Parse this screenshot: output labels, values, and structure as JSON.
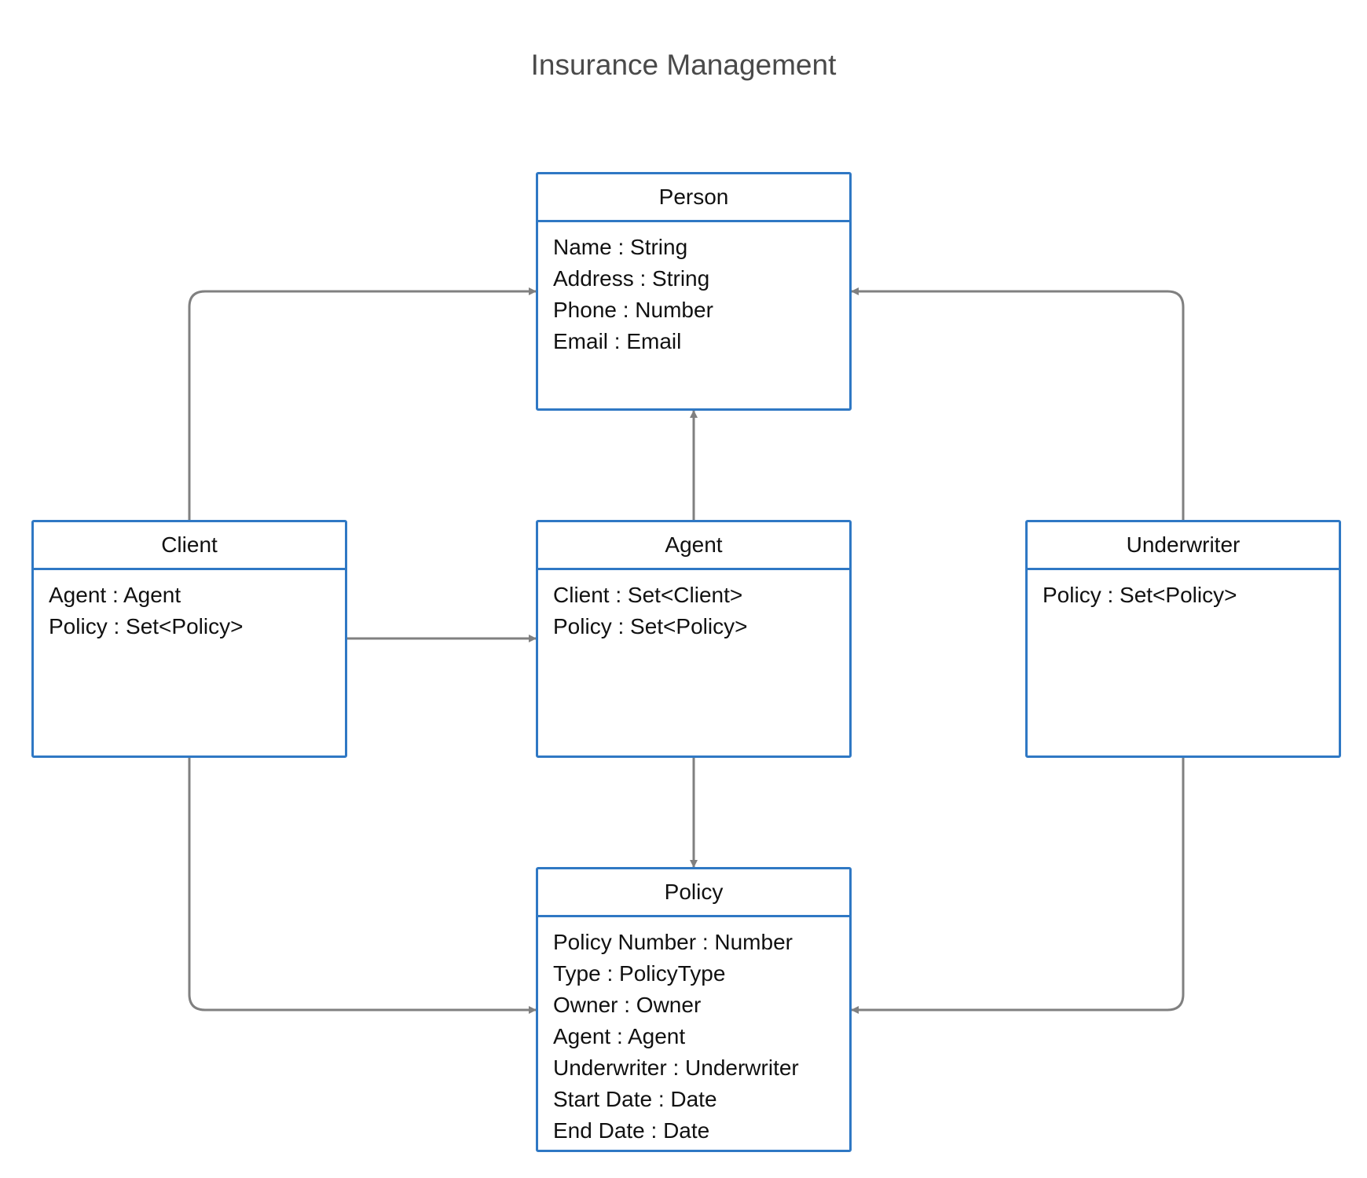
{
  "title": "Insurance Management",
  "colors": {
    "box_border": "#2f78c4",
    "connector": "#808080",
    "title_text": "#4a4a4a"
  },
  "classes": {
    "person": {
      "name": "Person",
      "attributes": [
        "Name : String",
        "Address : String",
        "Phone : Number",
        "Email : Email"
      ]
    },
    "client": {
      "name": "Client",
      "attributes": [
        "Agent : Agent",
        "Policy : Set<Policy>"
      ]
    },
    "agent": {
      "name": "Agent",
      "attributes": [
        "Client : Set<Client>",
        "Policy : Set<Policy>"
      ]
    },
    "underwriter": {
      "name": "Underwriter",
      "attributes": [
        "Policy : Set<Policy>"
      ]
    },
    "policy": {
      "name": "Policy",
      "attributes": [
        "Policy Number : Number",
        "Type : PolicyType",
        "Owner : Owner",
        "Agent : Agent",
        "Underwriter : Underwriter",
        "Start Date : Date",
        "End Date : Date"
      ]
    }
  },
  "relations": [
    {
      "from": "Client",
      "to": "Person"
    },
    {
      "from": "Agent",
      "to": "Person"
    },
    {
      "from": "Underwriter",
      "to": "Person"
    },
    {
      "from": "Client",
      "to": "Agent",
      "bidirectional": true
    },
    {
      "from": "Agent",
      "to": "Policy"
    },
    {
      "from": "Client",
      "to": "Policy"
    },
    {
      "from": "Underwriter",
      "to": "Policy"
    }
  ]
}
